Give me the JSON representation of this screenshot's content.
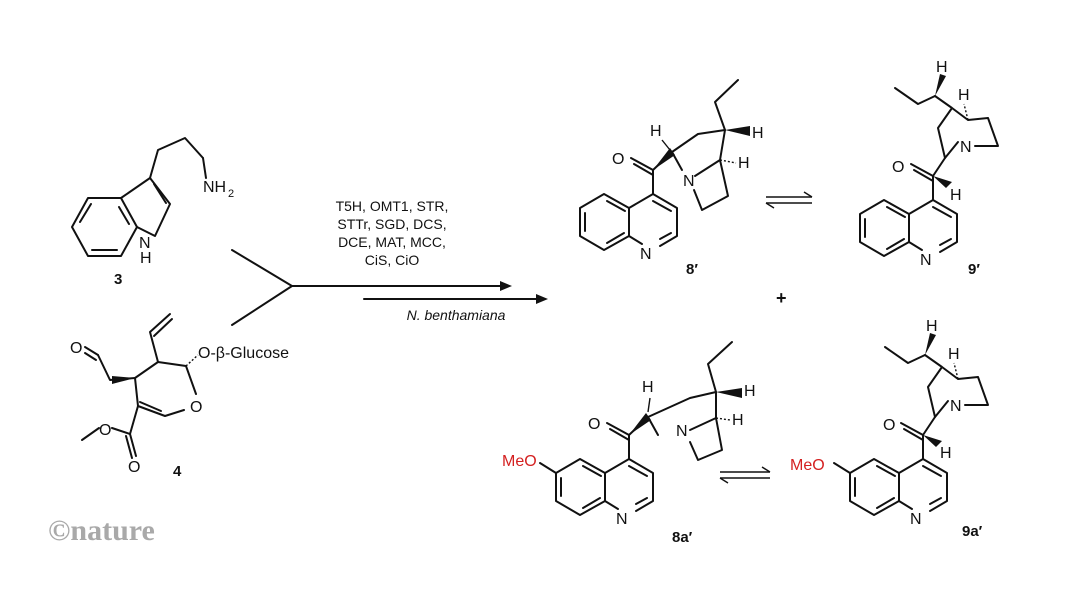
{
  "compounds": {
    "tryptamine": {
      "label": "3",
      "amine": "NH",
      "amine_sub": "2",
      "ring_n": "N",
      "ring_h": "H"
    },
    "secologanin": {
      "label": "4",
      "substituent": "O-β-Glucose",
      "ring_o": "O",
      "aldehyde_o": "O",
      "ester_o": "O",
      "carbonyl_o": "O"
    },
    "p8": {
      "label": "8′",
      "n_ring": "N",
      "n_bridge": "N",
      "o": "O",
      "h1": "H",
      "h2": "H",
      "h3": "H"
    },
    "p9": {
      "label": "9′",
      "n_ring": "N",
      "n_bridge": "N",
      "o": "O",
      "h1": "H",
      "h2": "H",
      "h3": "H"
    },
    "p8a": {
      "label": "8a′",
      "n_ring": "N",
      "n_bridge": "N",
      "o": "O",
      "h1": "H",
      "h2": "H",
      "h3": "H",
      "methoxy": "MeO"
    },
    "p9a": {
      "label": "9a′",
      "n_ring": "N",
      "n_bridge": "N",
      "o": "O",
      "h1": "H",
      "h2": "H",
      "h3": "H",
      "methoxy": "MeO"
    }
  },
  "reaction": {
    "enzymes": [
      "T5H, OMT1, STR,",
      "STTr, SGD, DCS,",
      "DCE, MAT, MCC,",
      "CiS, CiO"
    ],
    "host": "N. benthamiana",
    "plus": "+"
  },
  "colors": {
    "methoxy": "#d42020",
    "logo": "#a9a9a9"
  },
  "logo": "©nature"
}
